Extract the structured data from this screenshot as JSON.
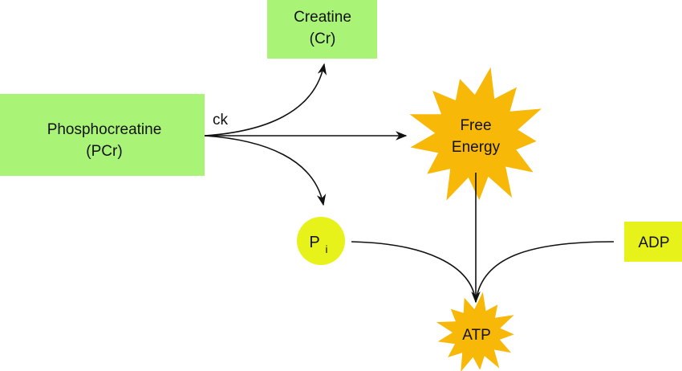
{
  "colors": {
    "green_box": "#a9f476",
    "yellow_node": "#e6f21a",
    "starburst": "#f7b808",
    "arrow": "#111111"
  },
  "nodes": {
    "phosphocreatine": {
      "line1": "Phosphocreatine",
      "line2": "(PCr)"
    },
    "creatine": {
      "line1": "Creatine",
      "line2": "(Cr)"
    },
    "free_energy": {
      "line1": "Free",
      "line2": "Energy"
    },
    "pi": {
      "main": "P",
      "sub": "i"
    },
    "adp": {
      "label": "ADP"
    },
    "atp": {
      "label": "ATP"
    }
  },
  "edges": {
    "enzyme_label": "ck"
  }
}
